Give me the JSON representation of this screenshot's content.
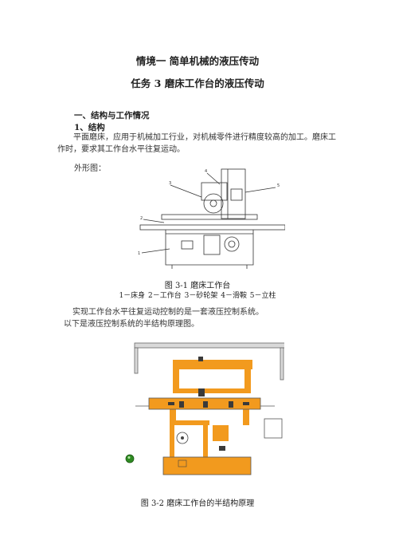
{
  "header": {
    "title": "情境一   简单机械的液压传动",
    "subtitle": "任务 3   磨床工作台的液压传动"
  },
  "section1": {
    "heading": "一、结构与工作情况",
    "subheading": "1、结构",
    "intro": "平面磨床，应用于机械加工行业，对机械零件进行精度较高的加工。磨床工作时，要求其工作台水平往复运动。",
    "outline_label": "外形图："
  },
  "figure1": {
    "callouts": [
      "1",
      "2",
      "3",
      "4",
      "5"
    ],
    "caption": "图 3-1  磨床工作台",
    "legend": "1－床身   2－工作台   3－砂轮架   4－滑鞍   5－立柱"
  },
  "text_after_fig1": {
    "line1": "实现工作台水平往复运动控制的是一套液压控制系统。",
    "line2": "以下是液压控制系统的半结构原理图。"
  },
  "figure2": {
    "caption": "图 3-2  磨床工作台的半结构原理",
    "colors": {
      "oil": "#f29a1e",
      "frame": "#8a8a8a",
      "indicator": "#2e8b22"
    }
  }
}
